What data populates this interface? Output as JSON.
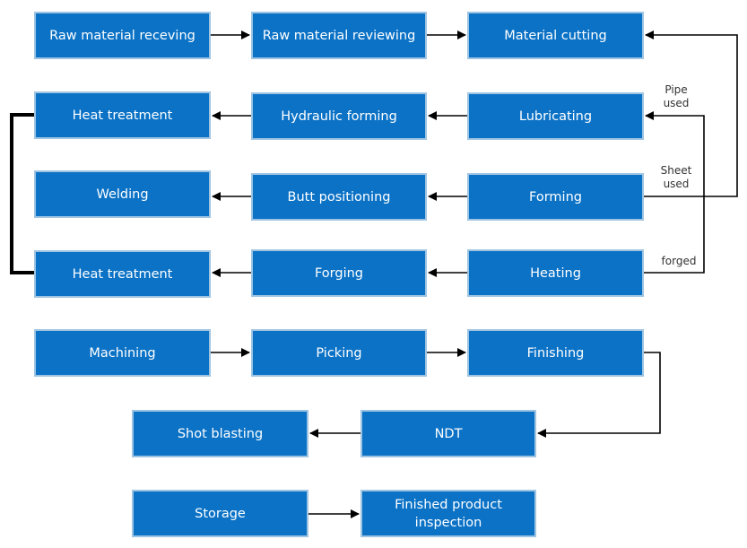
{
  "nodes": {
    "raw_receiving": "Raw material receving",
    "raw_reviewing": "Raw material reviewing",
    "cutting": "Material cutting",
    "heat_treatment_1": "Heat treatment",
    "hydraulic_forming": "Hydraulic forming",
    "lubricating": "Lubricating",
    "welding": "Welding",
    "butt_positioning": "Butt positioning",
    "forming": "Forming",
    "heat_treatment_2": "Heat treatment",
    "forging": "Forging",
    "heating": "Heating",
    "machining": "Machining",
    "picking": "Picking",
    "finishing": "Finishing",
    "shot_blasting": "Shot blasting",
    "ndt": "NDT",
    "storage": "Storage",
    "inspection": "Finished product inspection"
  },
  "branch_labels": {
    "pipe": "Pipe used",
    "sheet": "Sheet used",
    "forged": "forged"
  },
  "colors": {
    "box_fill": "#0b72c6",
    "box_border": "#9ec4e2",
    "line": "#000000"
  }
}
